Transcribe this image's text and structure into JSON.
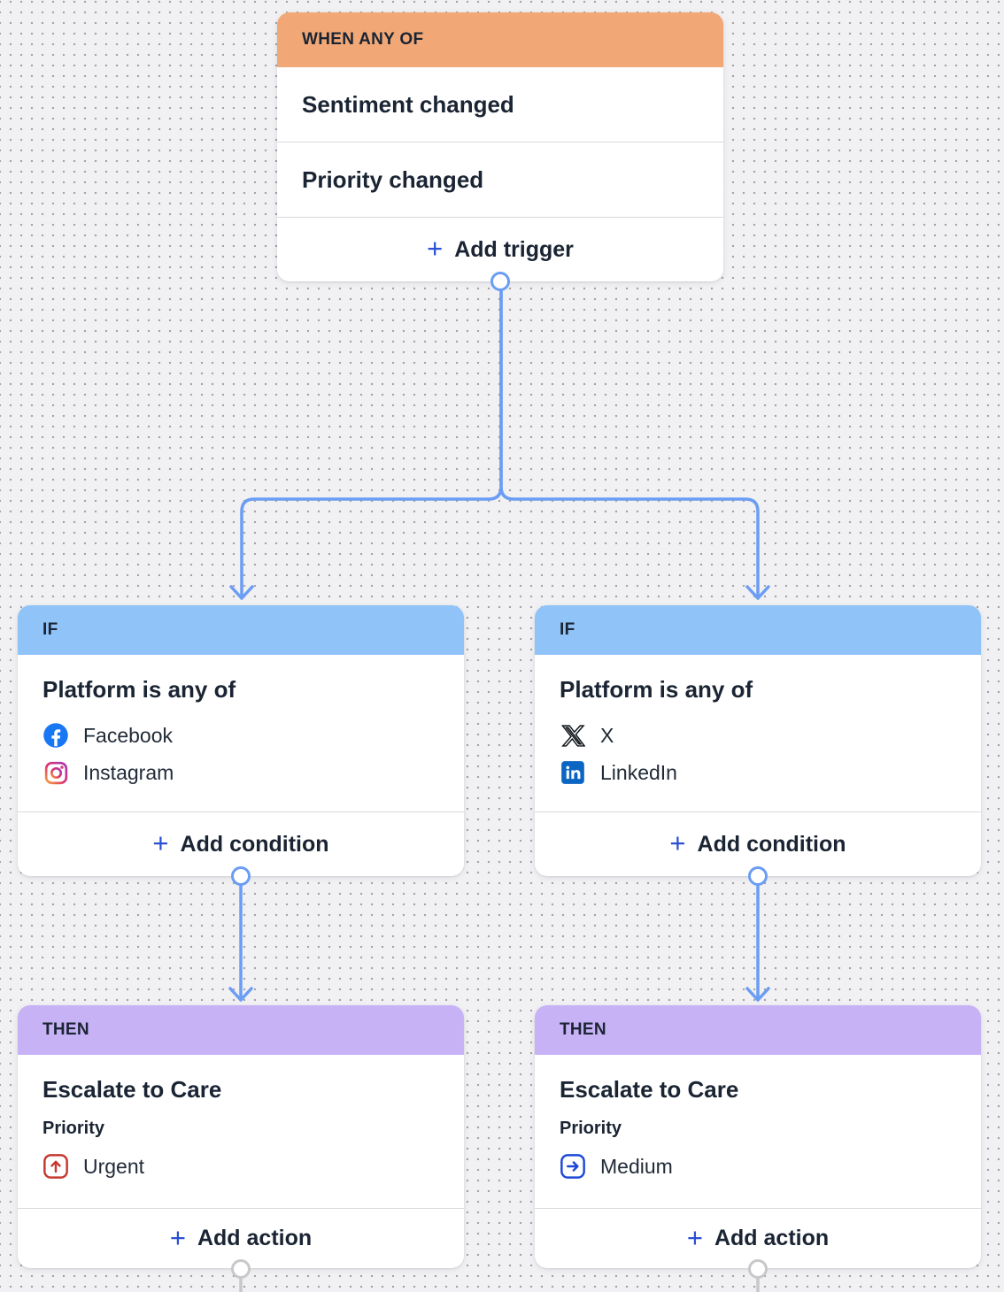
{
  "glyphs": {
    "plus": "+"
  },
  "colors": {
    "canvas_bg": "#F1F1F3",
    "grid_dot": "#A3A3A8",
    "trigger_header_bg": "#F2A876",
    "if_header_bg": "#90C3F8",
    "then_header_bg": "#C8B2F6",
    "connector_blue": "#6B9DF4",
    "connector_gray": "#C8C8CA",
    "plus_blue": "#2B50D4",
    "text_dark": "#1A2433",
    "facebook_blue": "#1877F2",
    "linkedin_blue": "#0A66C2",
    "x_black": "#0F1419",
    "urgent_red": "#C4392F",
    "medium_blue": "#1D49D8"
  },
  "trigger_card": {
    "header": "WHEN ANY OF",
    "triggers": [
      "Sentiment changed",
      "Priority changed"
    ],
    "add_label": "Add trigger"
  },
  "condition_cards": [
    {
      "header": "IF",
      "title": "Platform is any of",
      "platforms": [
        {
          "label": "Facebook",
          "icon": "facebook-icon"
        },
        {
          "label": "Instagram",
          "icon": "instagram-icon"
        }
      ],
      "add_label": "Add condition"
    },
    {
      "header": "IF",
      "title": "Platform is any of",
      "platforms": [
        {
          "label": "X",
          "icon": "x-icon"
        },
        {
          "label": "LinkedIn",
          "icon": "linkedin-icon"
        }
      ],
      "add_label": "Add condition"
    }
  ],
  "action_cards": [
    {
      "header": "THEN",
      "title": "Escalate to Care",
      "field_label": "Priority",
      "value": {
        "label": "Urgent",
        "icon": "priority-urgent-icon"
      },
      "add_label": "Add action"
    },
    {
      "header": "THEN",
      "title": "Escalate to Care",
      "field_label": "Priority",
      "value": {
        "label": "Medium",
        "icon": "priority-medium-icon"
      },
      "add_label": "Add action"
    }
  ]
}
